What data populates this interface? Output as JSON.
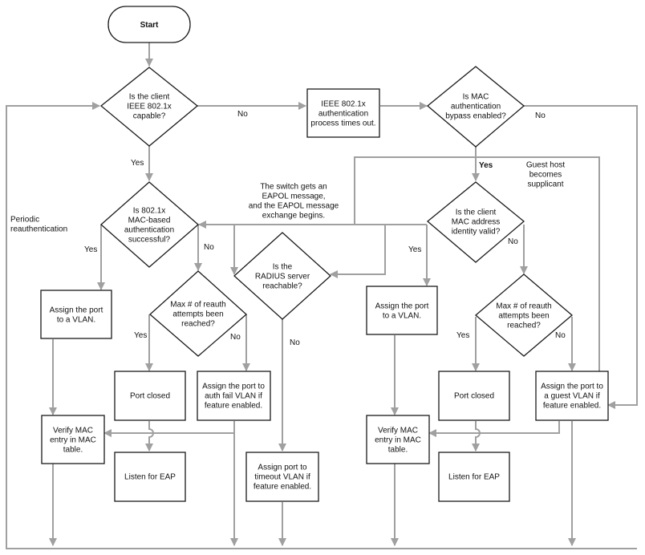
{
  "nodes": {
    "start": "Start",
    "d1": [
      "Is the client",
      "IEEE 802.1x",
      "capable?"
    ],
    "timeout": [
      "IEEE 802.1x",
      "authentication",
      "process times out."
    ],
    "d_mab": [
      "Is MAC",
      "authentication",
      "bypass enabled?"
    ],
    "d_auth": [
      "Is 802.1x",
      "MAC-based",
      "authentication",
      "successful?"
    ],
    "d_radius": [
      "Is the",
      "RADIUS server",
      "reachable?"
    ],
    "d_valid": [
      "Is the client",
      "MAC address",
      "identity valid?"
    ],
    "assign_vlan_l": [
      "Assign the port",
      "to a VLAN."
    ],
    "assign_vlan_r": [
      "Assign the port",
      "to a VLAN."
    ],
    "d_max_l": [
      "Max # of reauth",
      "attempts been",
      "reached?"
    ],
    "d_max_r": [
      "Max # of reauth",
      "attempts been",
      "reached?"
    ],
    "port_closed_l": "Port closed",
    "port_closed_r": "Port closed",
    "auth_fail": [
      "Assign the port to",
      "auth fail VLAN if",
      "feature enabled."
    ],
    "guest_vlan": [
      "Assign the port to",
      "a guest VLAN if",
      "feature enabled."
    ],
    "verify_l": [
      "Verify MAC",
      "entry in MAC",
      "table."
    ],
    "verify_r": [
      "Verify MAC",
      "entry in MAC",
      "table."
    ],
    "listen_l": "Listen for EAP",
    "listen_r": "Listen for EAP",
    "timeout_vlan": [
      "Assign port to",
      "timeout VLAN if",
      "feature enabled."
    ]
  },
  "labels": {
    "no_1": "No",
    "no_mab": "No",
    "yes_1": "Yes",
    "yes_mab": "Yes",
    "eapol": [
      "The switch gets an",
      "EAPOL message,",
      "and the EAPOL message",
      "exchange begins."
    ],
    "guest": [
      "Guest host",
      "becomes",
      "supplicant"
    ],
    "periodic": [
      "Periodic",
      "reauthentication"
    ],
    "yes_auth": "Yes",
    "no_auth": "No",
    "yes_valid": "Yes",
    "no_valid": "No",
    "yes_max_l": "Yes",
    "no_max_l": "No",
    "yes_max_r": "Yes",
    "no_max_r": "No",
    "no_radius": "No"
  }
}
